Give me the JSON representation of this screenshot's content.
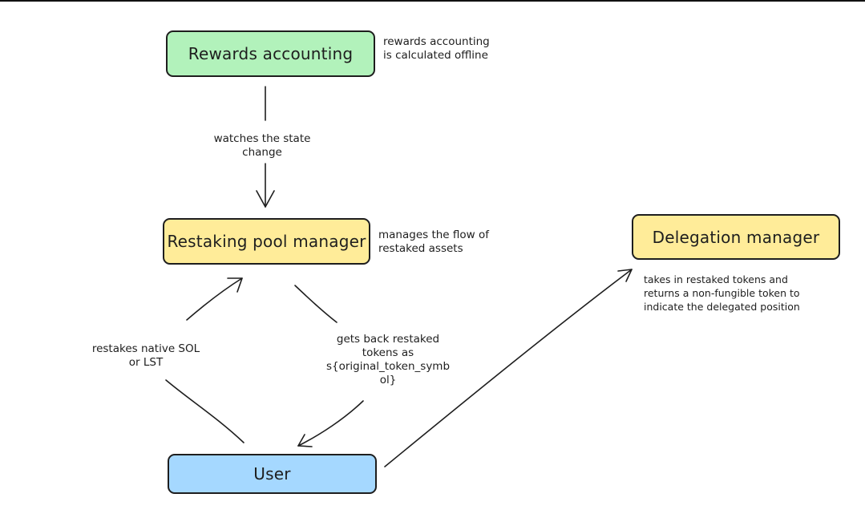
{
  "colors": {
    "rewards_fill": "#b2f2bb",
    "manager_fill": "#ffec99",
    "user_fill": "#a5d8ff",
    "stroke": "#1e1e1e"
  },
  "nodes": {
    "rewards": "Rewards accounting",
    "restaking": "Restaking pool manager",
    "delegation": "Delegation manager",
    "user": "User"
  },
  "notes": {
    "rewards": [
      "rewards accounting",
      "is calculated offline"
    ],
    "restaking": [
      "manages the flow of",
      "restaked assets"
    ],
    "delegation": [
      "takes in restaked tokens and",
      "returns a non-fungible token to",
      "indicate the delegated position"
    ]
  },
  "edges": {
    "watches": [
      "watches the state",
      "change"
    ],
    "restakes": [
      "restakes native SOL",
      "or LST"
    ],
    "gets_back": [
      "gets back restaked",
      "tokens as",
      "s{original_token_symb",
      "ol}"
    ]
  }
}
